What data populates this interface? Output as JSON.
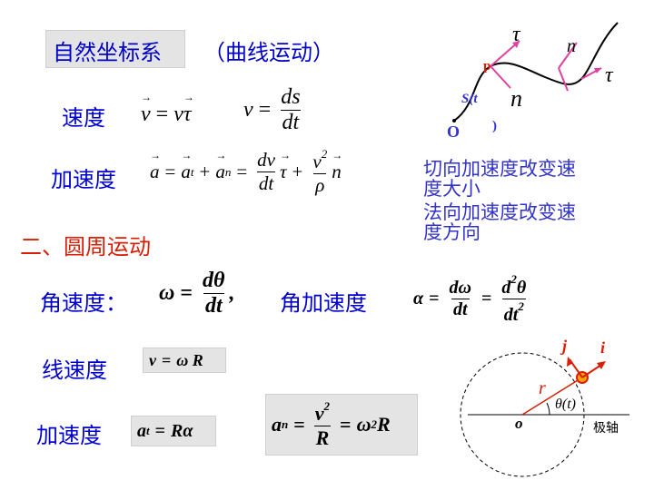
{
  "title": {
    "main": "自然坐标系",
    "sub": "（曲线运动）"
  },
  "natural": {
    "speed_label": "速度",
    "v_sym": "v",
    "tau_sym": "τ",
    "eq_sign": "=",
    "ds": "ds",
    "dt": "dt",
    "accel_label": "加速度",
    "a_sym": "a",
    "t_sub": "t",
    "n_sub": "n",
    "plus": "+",
    "dv": "dv",
    "v2_base": "v",
    "two": "2",
    "rho": "ρ",
    "n_sym": "n",
    "note1": "切向加速度改变速度大小",
    "note2": "法向加速度改变速度方向"
  },
  "curve_labels": {
    "tau_top": "τ",
    "n_top": "n",
    "tau_right": "τ",
    "p": "p",
    "s": "S(t",
    "n_mid": "n",
    "o": "O",
    "paren": ")"
  },
  "circular": {
    "heading": "二、圆周运动",
    "angular_velocity_label": "角速度：",
    "omega": "ω",
    "d": "d",
    "theta": "θ",
    "dt": "dt",
    "comma": ",",
    "angular_accel_label": "角加速度",
    "alpha": "α",
    "two": "2",
    "linear_speed_label": "线速度",
    "v": "v",
    "R": "R",
    "accel_label": "加速度",
    "a": "a",
    "t": "t",
    "n": "n"
  },
  "circle_diagram": {
    "j": "j",
    "i": "i",
    "r": "r",
    "theta_t": "θ(t)",
    "o": "o",
    "axis_label": "极轴"
  }
}
